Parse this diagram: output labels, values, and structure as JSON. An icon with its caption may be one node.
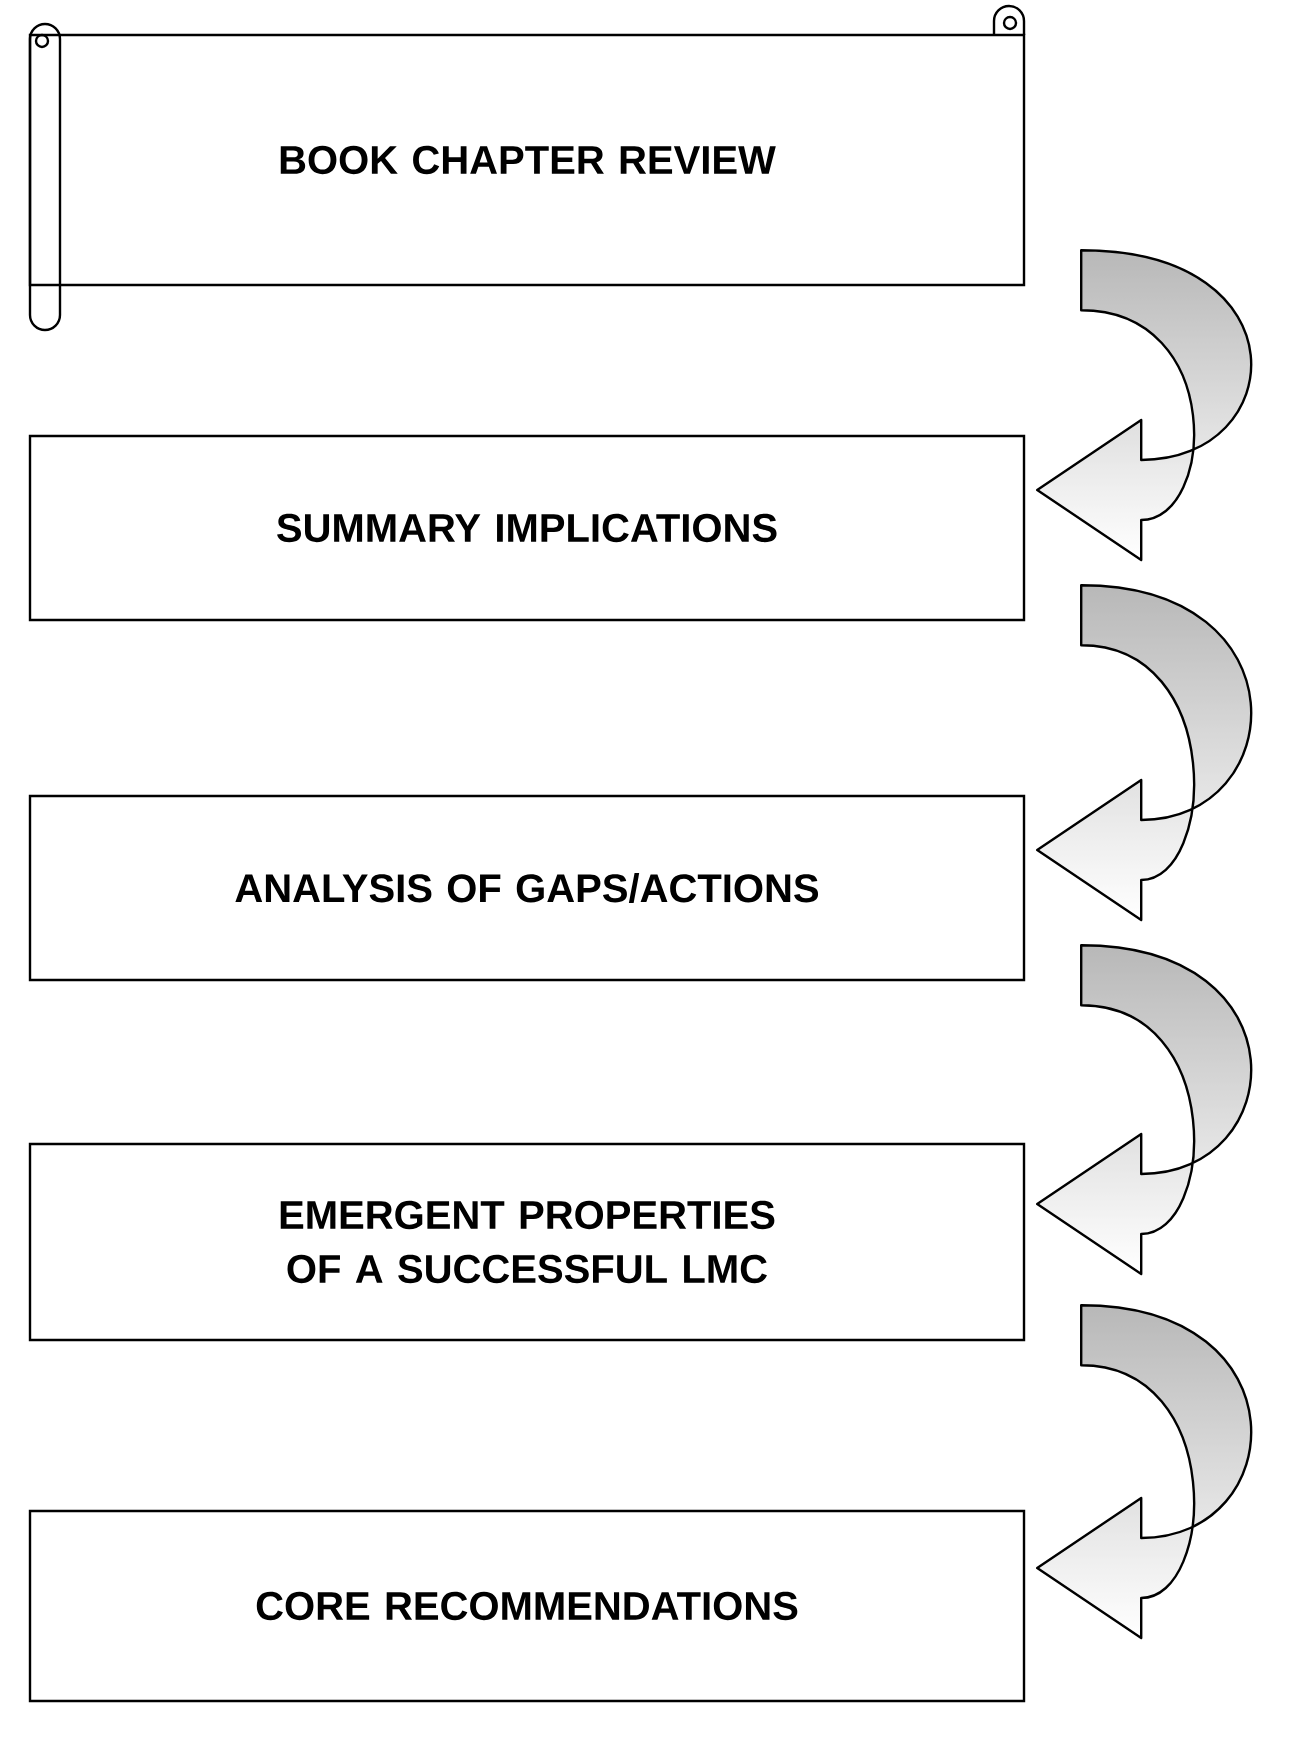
{
  "diagram": {
    "nodes": [
      {
        "text": [
          "BOOK CHAPTER REVIEW"
        ]
      },
      {
        "text": [
          "SUMMARY IMPLICATIONS"
        ]
      },
      {
        "text": [
          "ANALYSIS OF GAPS/ACTIONS"
        ]
      },
      {
        "text": [
          "EMERGENT PROPERTIES OF A SUCCESSFUL LMC"
        ]
      },
      {
        "text": [
          "CORE RECOMMENDATIONS"
        ]
      }
    ],
    "edges": [
      {
        "from": 0,
        "to": 1,
        "arrow": "to"
      },
      {
        "from": 1,
        "to": 2,
        "arrow": "to"
      },
      {
        "from": 2,
        "to": 3,
        "arrow": "to"
      },
      {
        "from": 3,
        "to": 4,
        "arrow": "to"
      }
    ]
  }
}
